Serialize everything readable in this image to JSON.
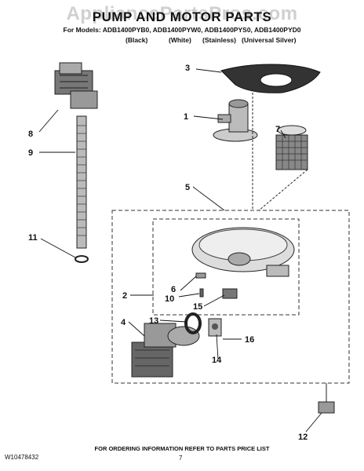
{
  "header": {
    "watermark": "AppliancePartsPros.com",
    "title": "PUMP AND MOTOR PARTS",
    "models_line": "For Models: ADB1400PYB0, ADB1400PYW0, ADB1400PYS0, ADB1400PYD0",
    "finishes": [
      "(Black)",
      "(White)",
      "(Stainless)",
      "(Universal Silver)"
    ]
  },
  "callouts": [
    "1",
    "2",
    "3",
    "4",
    "5",
    "6",
    "7",
    "8",
    "9",
    "10",
    "11",
    "12",
    "13",
    "14",
    "15",
    "16"
  ],
  "footer": {
    "doc_number": "W10478432",
    "ordering_note": "FOR ORDERING INFORMATION REFER TO PARTS PRICE LIST",
    "page_number": "7"
  }
}
